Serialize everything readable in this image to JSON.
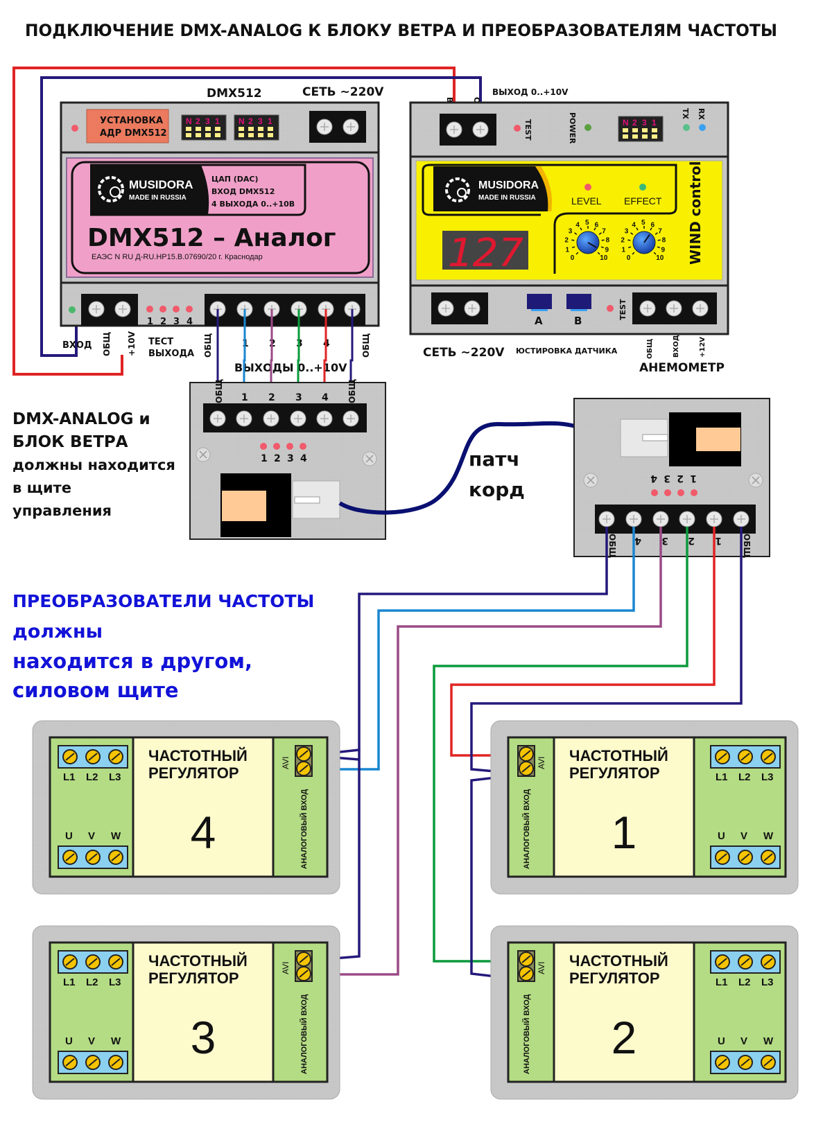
{
  "title": "ПОДКЛЮЧЕНИЕ DMX-ANALOG К БЛОКУ ВЕТРА И ПРЕОБРАЗОВАТЕЛЯМ ЧАСТОТЫ",
  "dmx_unit": {
    "top_labels": {
      "dmx": "DMX512",
      "mains": "СЕТЬ ~220V"
    },
    "address_box": [
      "УСТАНОВКА",
      "АДР DMX512"
    ],
    "dip_labels": [
      "N",
      "2",
      "3",
      "1"
    ],
    "brand": "MUSIDORA",
    "brand_sub": "MADE IN RUSSIA",
    "spec_lines": [
      "ЦАП (DAC)",
      "ВХОД DMX512",
      "4 ВЫХОДА 0..+10В"
    ],
    "name": "DMX512 – Аналог",
    "cert": "ЕАЭС N RU Д-RU.НР15.В.07690/20 г. Краснодар",
    "bottom": {
      "input_label": "ВХОД",
      "common": "ОБЩ",
      "plus10": "+10V",
      "test_label": [
        "ТЕСТ",
        "ВЫХОДА"
      ],
      "test_leds": [
        "1",
        "2",
        "3",
        "4"
      ],
      "out_nums": [
        "1",
        "2",
        "3",
        "4"
      ],
      "outputs_label": "ВЫХОДЫ 0..+10V"
    }
  },
  "wind_unit": {
    "top_labels": {
      "out": "ВЫХ",
      "common": "ОБЩ",
      "output_range": "ВЫХОД 0..+10V",
      "test": "TEST",
      "power": "POWER",
      "tx": "TX",
      "rx": "RX"
    },
    "dip_labels": [
      "N",
      "2",
      "3",
      "1"
    ],
    "brand": "MUSIDORA",
    "brand_sub": "MADE IN RUSSIA",
    "level_label": "LEVEL",
    "effect_label": "EFFECT",
    "display_value": "127",
    "vertical_name": "WIND control",
    "knob_scale": [
      "0",
      "1",
      "2",
      "3",
      "4",
      "5",
      "6",
      "7",
      "8",
      "9",
      "10"
    ],
    "bottom": {
      "mains": "СЕТЬ ~220V",
      "button_a": "A",
      "button_b": "B",
      "test": "TEST",
      "calibration": "ЮСТИРОВКА ДАТЧИКА",
      "anemometer": "АНЕМОМЕТР",
      "anemo_pins": [
        "ОБЩ",
        "ВХОД",
        "+12V"
      ]
    }
  },
  "splitter_left": {
    "pins": [
      "ОБЩ",
      "1",
      "2",
      "3",
      "4",
      "ОБЩ"
    ],
    "leds": [
      "1",
      "2",
      "3",
      "4"
    ]
  },
  "splitter_right": {
    "pins": [
      "ОБЩ",
      "4",
      "3",
      "2",
      "1",
      "ОБЩ"
    ],
    "leds": [
      "4",
      "3",
      "2",
      "1"
    ]
  },
  "patch_label": [
    "патч",
    "корд"
  ],
  "note_control": [
    "DMX-ANALOG и",
    "БЛОК ВЕТРА",
    "должны находится",
    "в щите",
    "управления"
  ],
  "note_power": [
    "ПРЕОБРАЗОВАТЕЛИ ЧАСТОТЫ",
    "должны",
    "находится в другом,",
    "силовом щите"
  ],
  "inverters": [
    {
      "number": "4",
      "title": [
        "ЧАСТОТНЫЙ",
        "РЕГУЛЯТОР"
      ]
    },
    {
      "number": "1",
      "title": [
        "ЧАСТОТНЫЙ",
        "РЕГУЛЯТОР"
      ]
    },
    {
      "number": "3",
      "title": [
        "ЧАСТОТНЫЙ",
        "РЕГУЛЯТОР"
      ]
    },
    {
      "number": "2",
      "title": [
        "ЧАСТОТНЫЙ",
        "РЕГУЛЯТОР"
      ]
    }
  ],
  "inverter_labels": {
    "input_pins": [
      "L1",
      "L2",
      "L3"
    ],
    "output_pins": [
      "U",
      "V",
      "W"
    ],
    "avi": "AVI",
    "analog_in": "АНАЛОГОВЫЙ ВХОД"
  },
  "colors": {
    "wire_common": "#24197a",
    "wire_1": "#1a86d0",
    "wire_2": "#9a4a86",
    "wire_3": "#0b9a3c",
    "wire_4": "#e02424",
    "pink_panel": "#f0a0c8",
    "yellow_panel": "#f8f000",
    "inverter_green": "#b4dc84",
    "inverter_cream": "#fdfacc"
  }
}
